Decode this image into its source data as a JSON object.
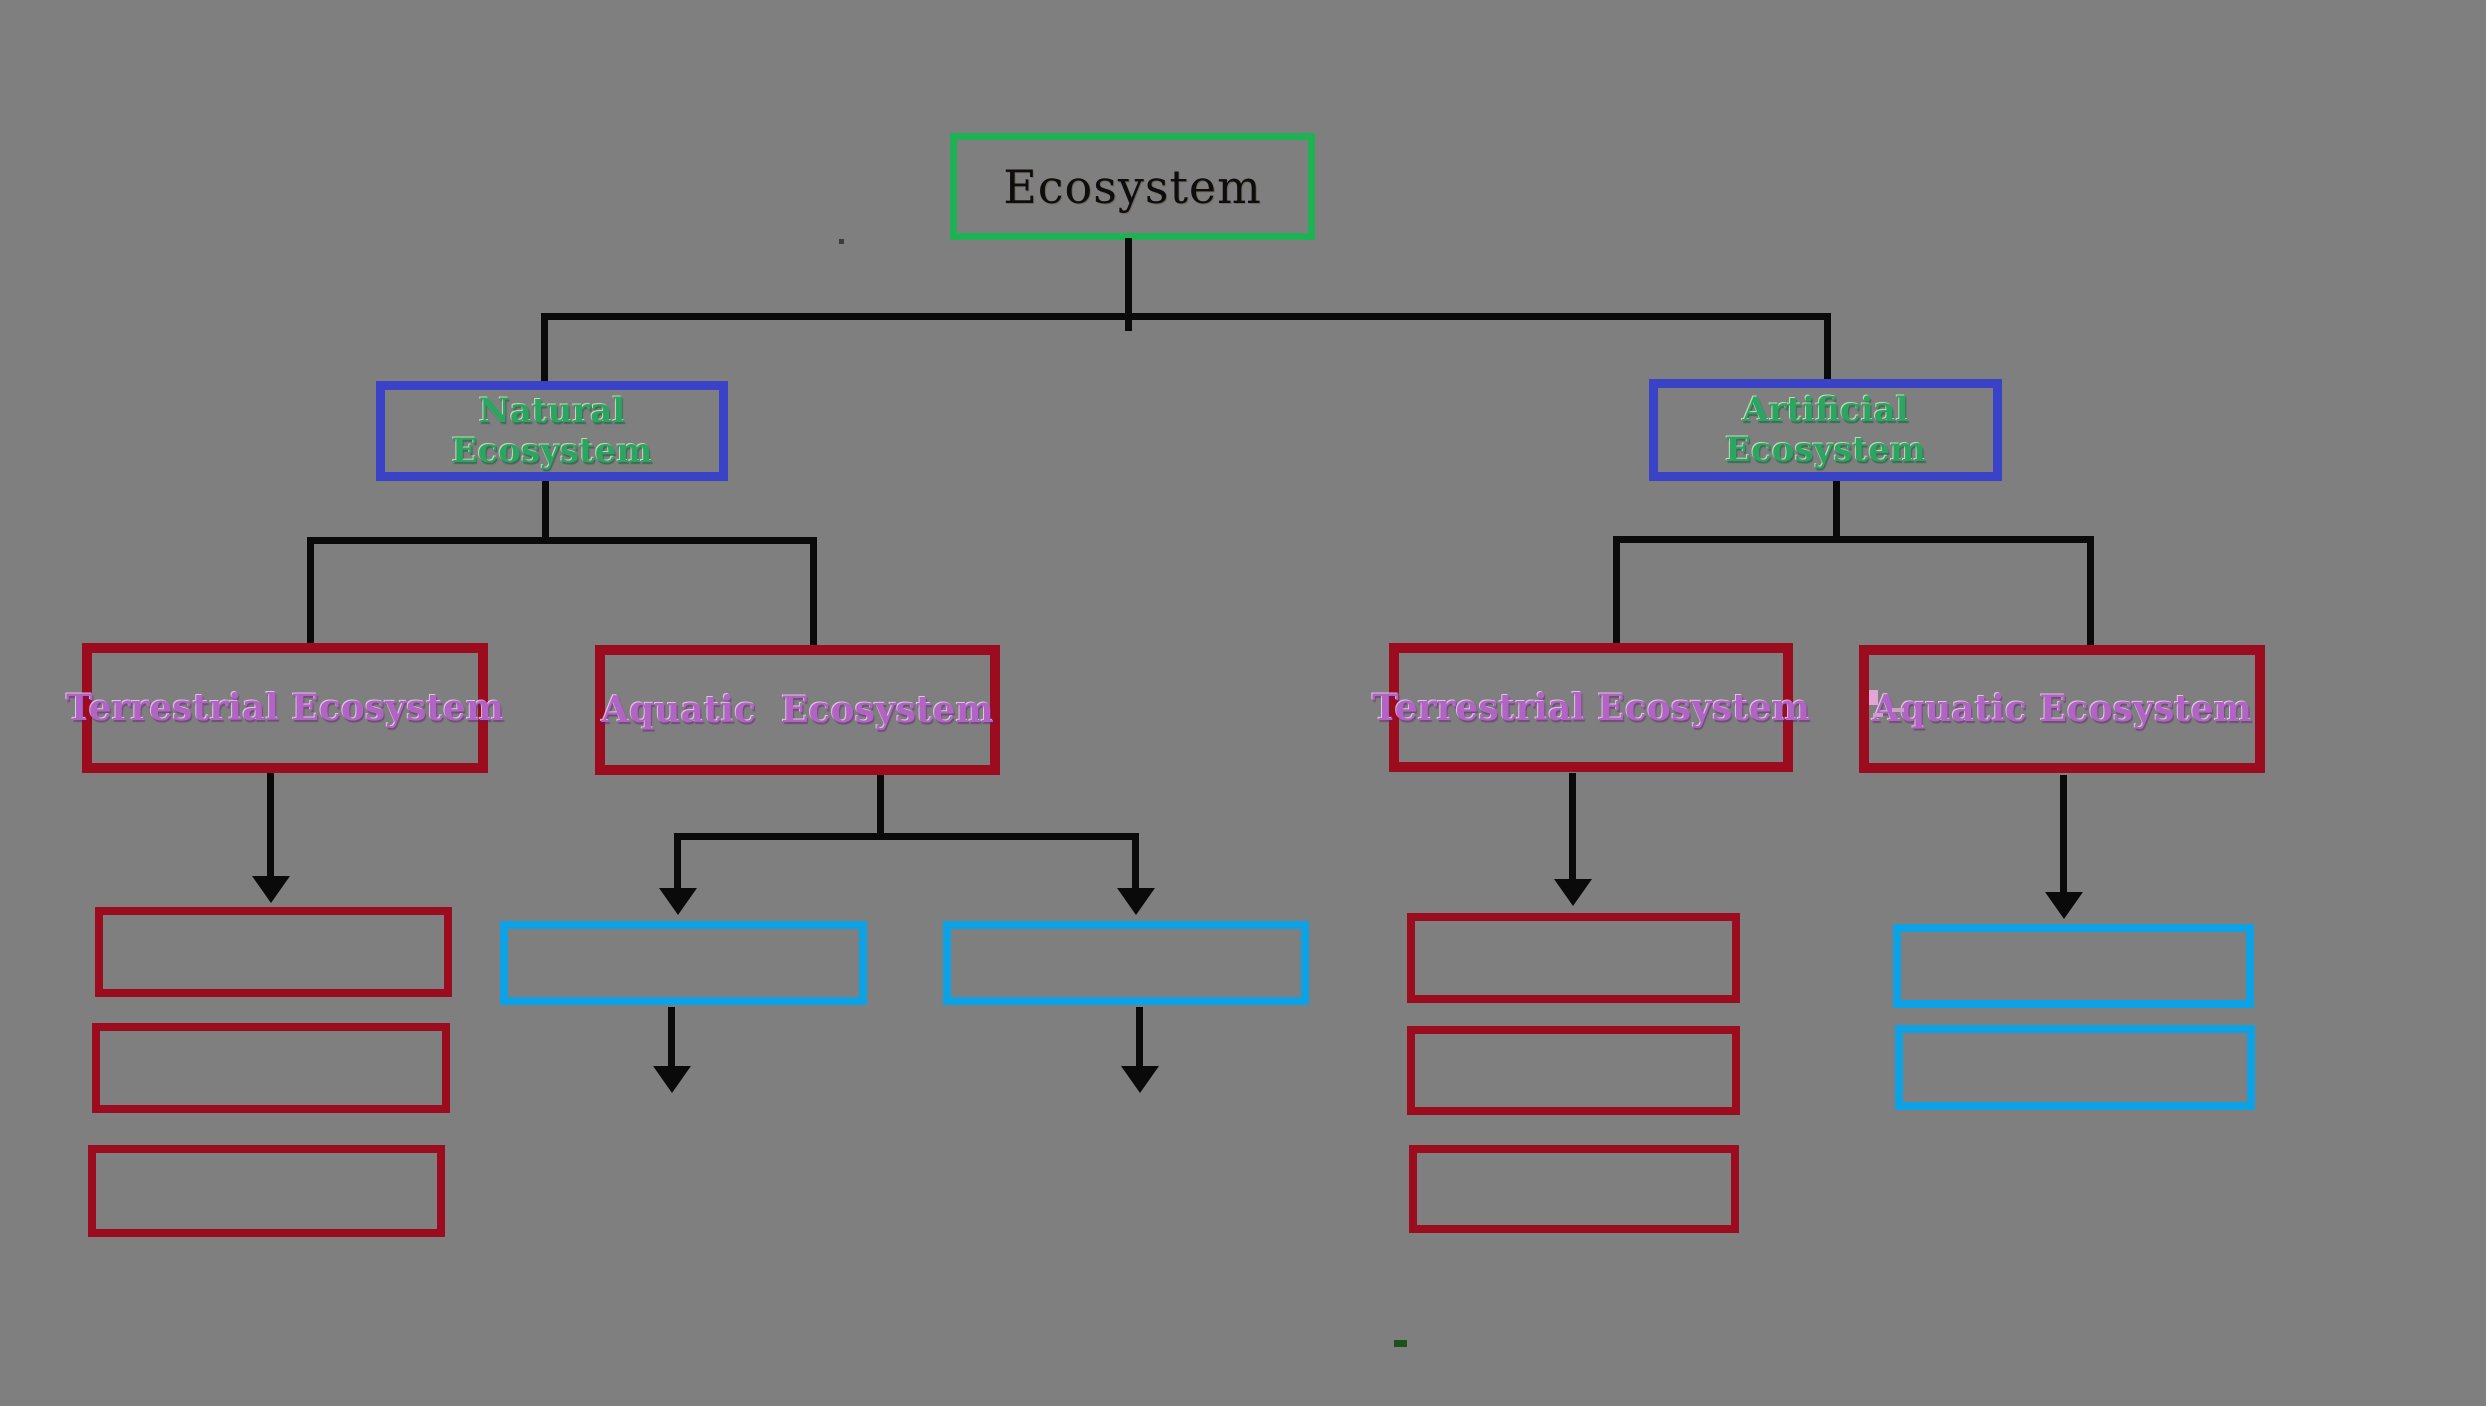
{
  "diagram": {
    "title": "Ecosystem classification flowchart",
    "background_color": "#7f7f7f",
    "connector_color": "#0a0a0a",
    "root": {
      "label": "Ecosystem",
      "border_color": "#1fb254",
      "text_color": "#0d0d0d",
      "children": [
        "natural",
        "artificial"
      ]
    },
    "natural": {
      "label": "Natural Ecosystem",
      "border_color": "#3a43c8",
      "text_color": "#2da562",
      "children": [
        "terrestrial_natural",
        "aquatic_natural"
      ]
    },
    "artificial": {
      "label": "Artificial Ecosystem",
      "border_color": "#3a43c8",
      "text_color": "#2da562",
      "children": [
        "terrestrial_artificial",
        "aquatic_artificial"
      ]
    },
    "terrestrial_natural": {
      "label": "Terrestrial Ecosystem",
      "border_color": "#9b0c1f",
      "text_color": "#b164c4",
      "empty_child_boxes": 3,
      "empty_child_border_color": "#9b0c1f"
    },
    "aquatic_natural": {
      "label": "Aquatic  Ecosystem",
      "border_color": "#9b0c1f",
      "text_color": "#b164c4",
      "empty_child_boxes": 2,
      "empty_child_border_color": "#0da2e6"
    },
    "terrestrial_artificial": {
      "label": "Terrestrial Ecosystem",
      "border_color": "#9b0c1f",
      "text_color": "#b164c4",
      "empty_child_boxes": 3,
      "empty_child_border_color": "#9b0c1f"
    },
    "aquatic_artificial": {
      "label": "Aquatic Ecosystem",
      "border_color": "#9b0c1f",
      "text_color": "#b164c4",
      "empty_child_boxes": 2,
      "empty_child_border_color": "#0da2e6"
    }
  }
}
